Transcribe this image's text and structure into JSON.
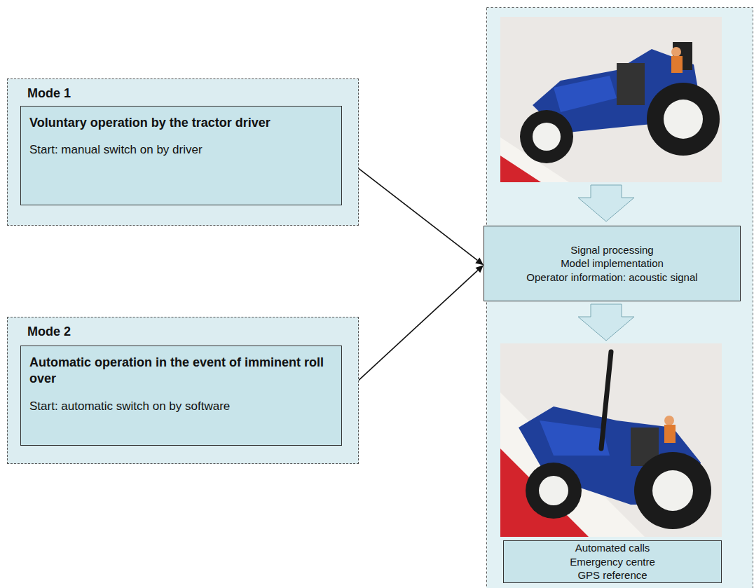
{
  "diagram": {
    "nodes": [
      {
        "text": [
          "Mode 1"
        ]
      },
      {
        "text": [
          "Voluntary operation by the tractor driver",
          "Start: manual switch on by driver"
        ],
        "in": 0
      },
      {
        "text": [
          "Mode 2"
        ]
      },
      {
        "text": [
          "Automatic operation in the event of imminent roll over",
          "Start: automatic switch on by software"
        ],
        "in": 2
      },
      {
        "text": [
          "Signal processing",
          "Model implementation",
          "Operator information: acoustic signal"
        ]
      },
      {
        "text": [
          "Automated calls",
          "Emergency centre",
          "GPS reference"
        ]
      }
    ],
    "edges": [
      {
        "from": 1,
        "to": 4,
        "arrow": "to"
      },
      {
        "from": 3,
        "to": 4,
        "arrow": "to"
      }
    ]
  }
}
